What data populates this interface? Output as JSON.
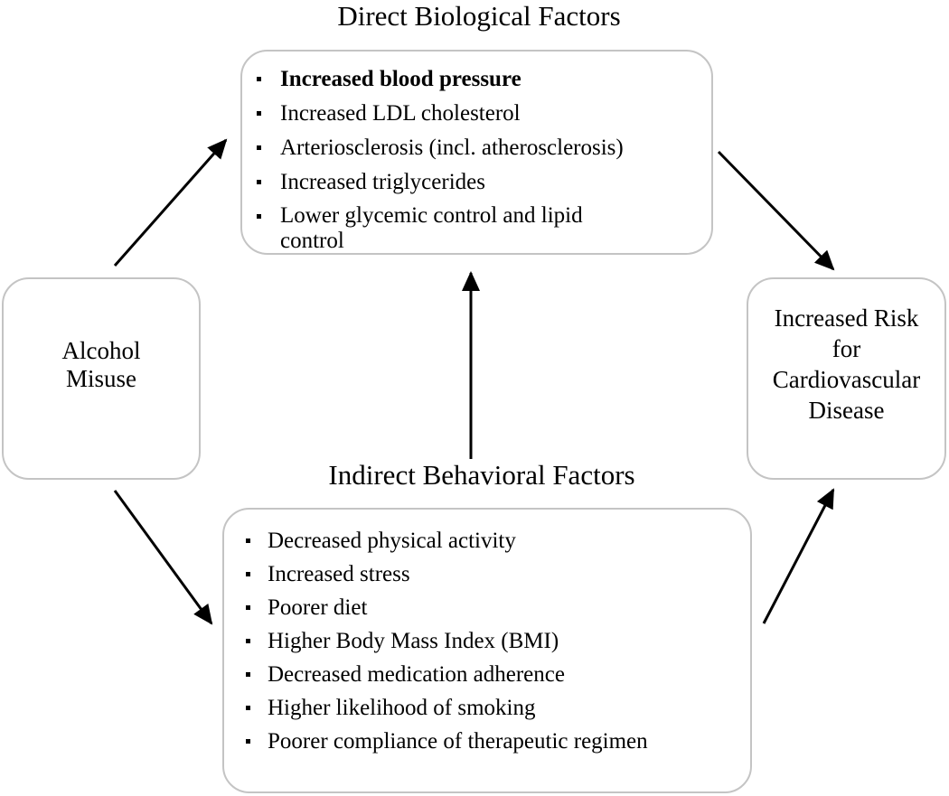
{
  "direct": {
    "title": "Direct Biological Factors",
    "items": [
      "Increased blood pressure",
      "Increased LDL cholesterol",
      "Arteriosclerosis (incl. atherosclerosis)",
      "Increased triglycerides",
      "Lower glycemic control and lipid control"
    ]
  },
  "indirect": {
    "title": "Indirect Behavioral Factors",
    "items": [
      "Decreased physical activity",
      "Increased stress",
      "Poorer diet",
      "Higher Body Mass Index (BMI)",
      "Decreased medication adherence",
      "Higher likelihood of smoking",
      "Poorer compliance of therapeutic regimen"
    ]
  },
  "alcohol": {
    "line1": "Alcohol",
    "line2": "Misuse"
  },
  "risk": {
    "line1": "Increased Risk",
    "line2": "for",
    "line3": "Cardiovascular",
    "line4": "Disease"
  }
}
